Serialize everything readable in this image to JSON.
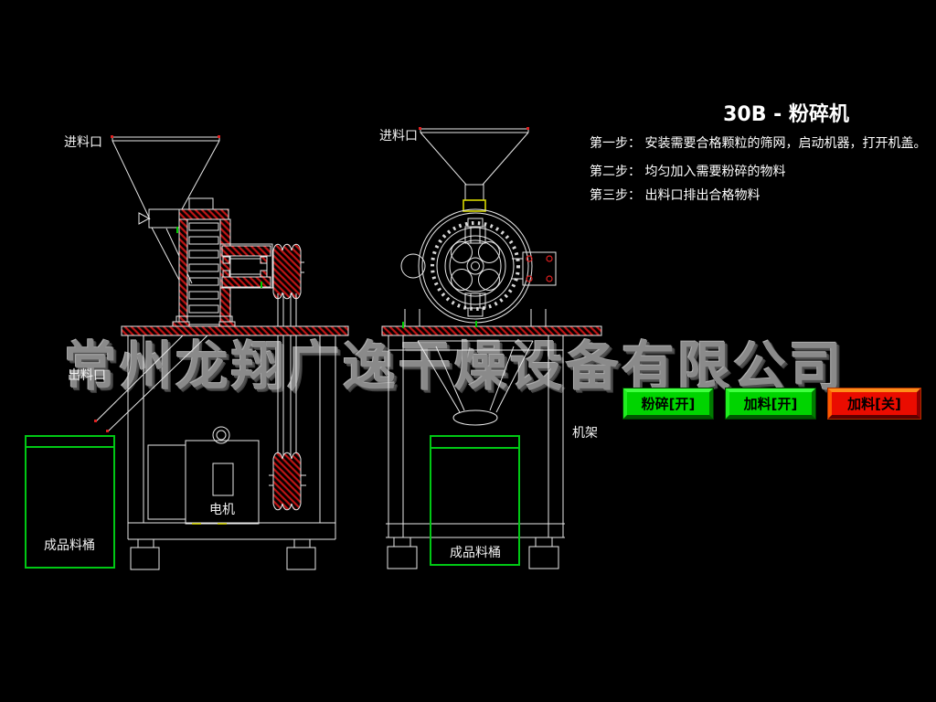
{
  "header": {
    "title": "30B - 粉碎机"
  },
  "instructions": {
    "step1": "第一步： 安装需要合格颗粒的筛网，启动机器，打开机盖。",
    "step2": "第二步： 均匀加入需要粉碎的物料",
    "step3": "第三步： 出料口排出合格物料"
  },
  "watermark": {
    "company": "常州龙翔广逸干燥设备有限公司"
  },
  "diagram_labels": {
    "feed_inlet": "进料口",
    "discharge_outlet": "出料口",
    "motor": "电机",
    "machine_frame": "机架",
    "product_barrel": "成品料桶"
  },
  "controls": {
    "crush_on": "粉碎[开]",
    "feed_on": "加料[开]",
    "feed_off": "加料[关]"
  },
  "colors": {
    "background": "#000000",
    "cad_line": "#e8e8e8",
    "hatch_red": "#c01414",
    "barrel_green": "#00c814",
    "button_green": "#00d400",
    "button_red": "#ea0c00",
    "highlight_yellow": "#d8d800",
    "watermark_gray": "#8a8a8a"
  }
}
